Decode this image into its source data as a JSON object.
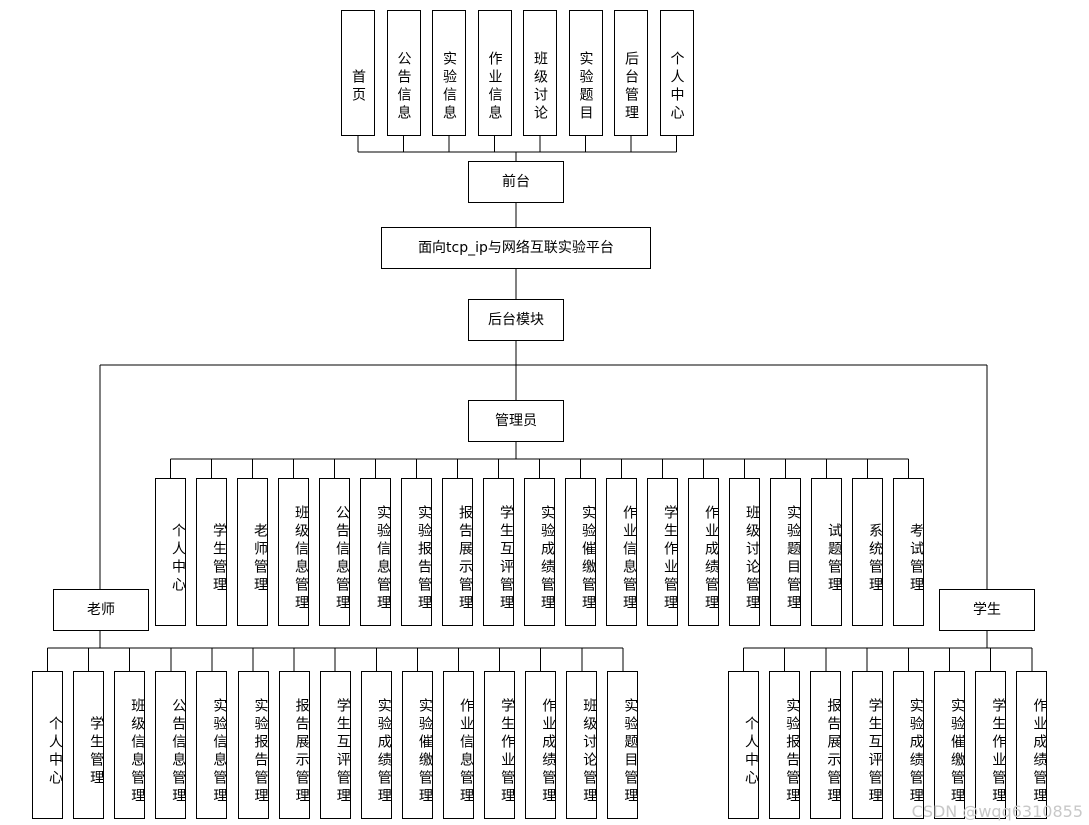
{
  "root": "面向tcp_ip与网络互联实验平台",
  "frontend": {
    "label": "前台",
    "items": [
      "首页",
      "公告信息",
      "实验信息",
      "作业信息",
      "班级讨论",
      "实验题目",
      "后台管理",
      "个人中心"
    ]
  },
  "backend": {
    "label": "后台模块",
    "admin": {
      "label": "管理员",
      "items": [
        "个人中心",
        "学生管理",
        "老师管理",
        "班级信息管理",
        "公告信息管理",
        "实验信息管理",
        "实验报告管理",
        "报告展示管理",
        "学生互评管理",
        "实验成绩管理",
        "实验催缴管理",
        "作业信息管理",
        "学生作业管理",
        "作业成绩管理",
        "班级讨论管理",
        "实验题目管理",
        "试题管理",
        "系统管理",
        "考试管理"
      ]
    },
    "teacher": {
      "label": "老师",
      "items": [
        "个人中心",
        "学生管理",
        "班级信息管理",
        "公告信息管理",
        "实验信息管理",
        "实验报告管理",
        "报告展示管理",
        "学生互评管理",
        "实验成绩管理",
        "实验催缴管理",
        "作业信息管理",
        "学生作业管理",
        "作业成绩管理",
        "班级讨论管理",
        "实验题目管理"
      ]
    },
    "student": {
      "label": "学生",
      "items": [
        "个人中心",
        "实验报告管理",
        "报告展示管理",
        "学生互评管理",
        "实验成绩管理",
        "实验催缴管理",
        "学生作业管理",
        "作业成绩管理"
      ]
    }
  },
  "watermark": "CSDN @wqq6310855"
}
